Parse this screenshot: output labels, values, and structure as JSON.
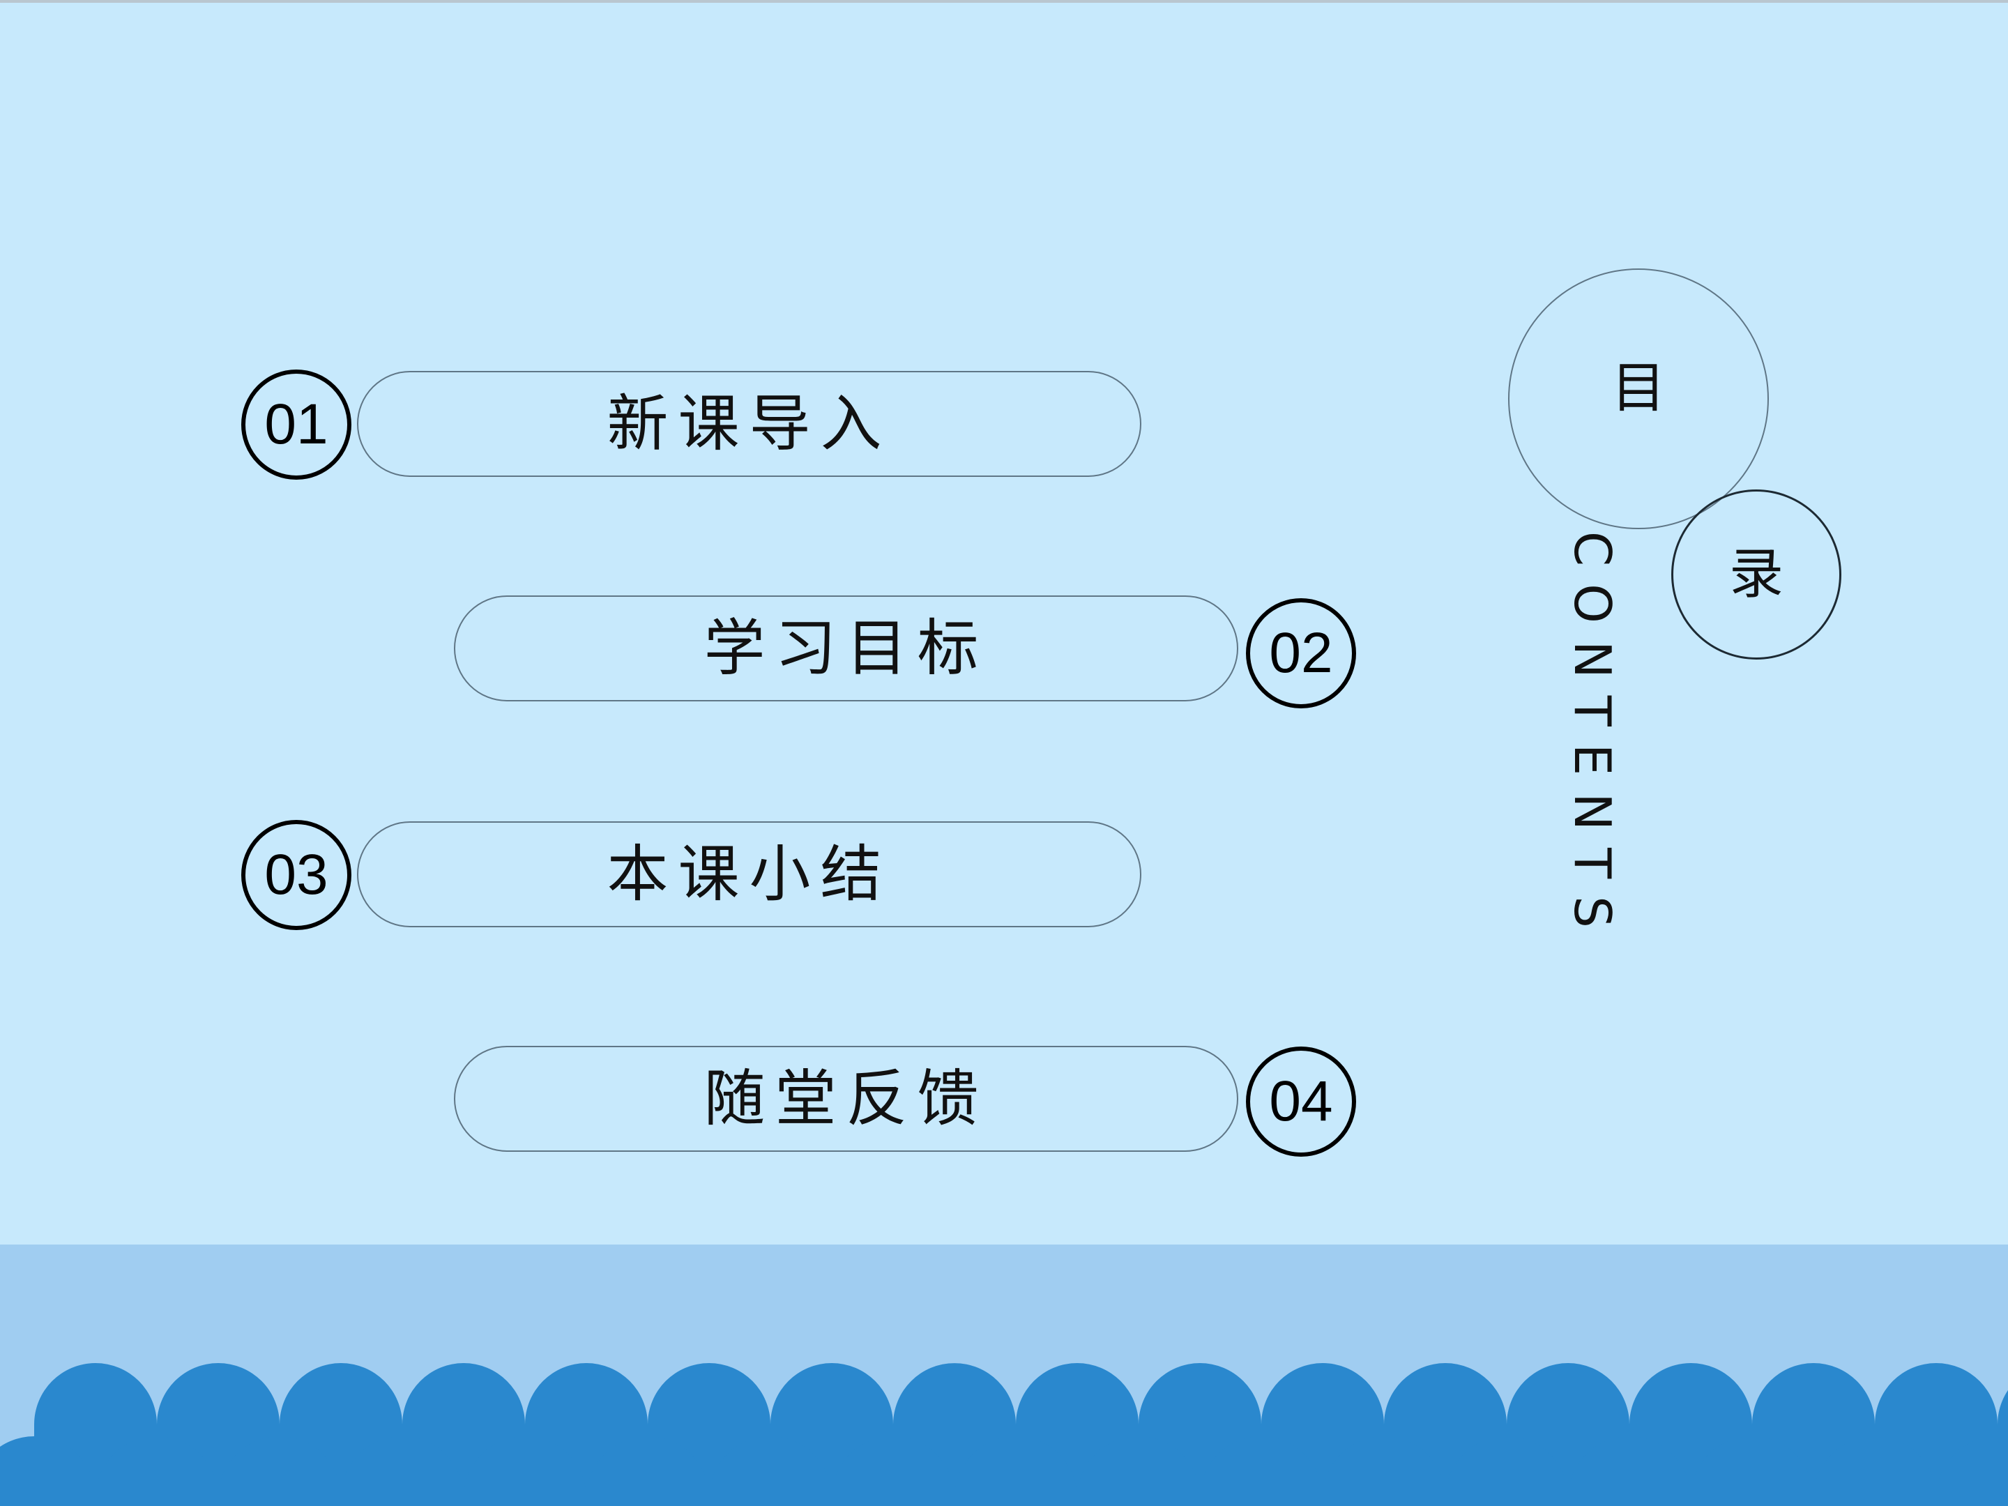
{
  "slide": {
    "items": [
      {
        "number": "01",
        "label": "新课导入"
      },
      {
        "number": "02",
        "label": "学习目标"
      },
      {
        "number": "03",
        "label": "本课小结"
      },
      {
        "number": "04",
        "label": "随堂反馈"
      }
    ],
    "title": {
      "char1": "目",
      "char2": "录",
      "subtitle": "CONTENTS"
    }
  },
  "colors": {
    "background": "#c7e9fc",
    "band": "#a0cdf1",
    "wave": "#2a88ce",
    "outline": "#5f7686",
    "text": "#111111"
  }
}
